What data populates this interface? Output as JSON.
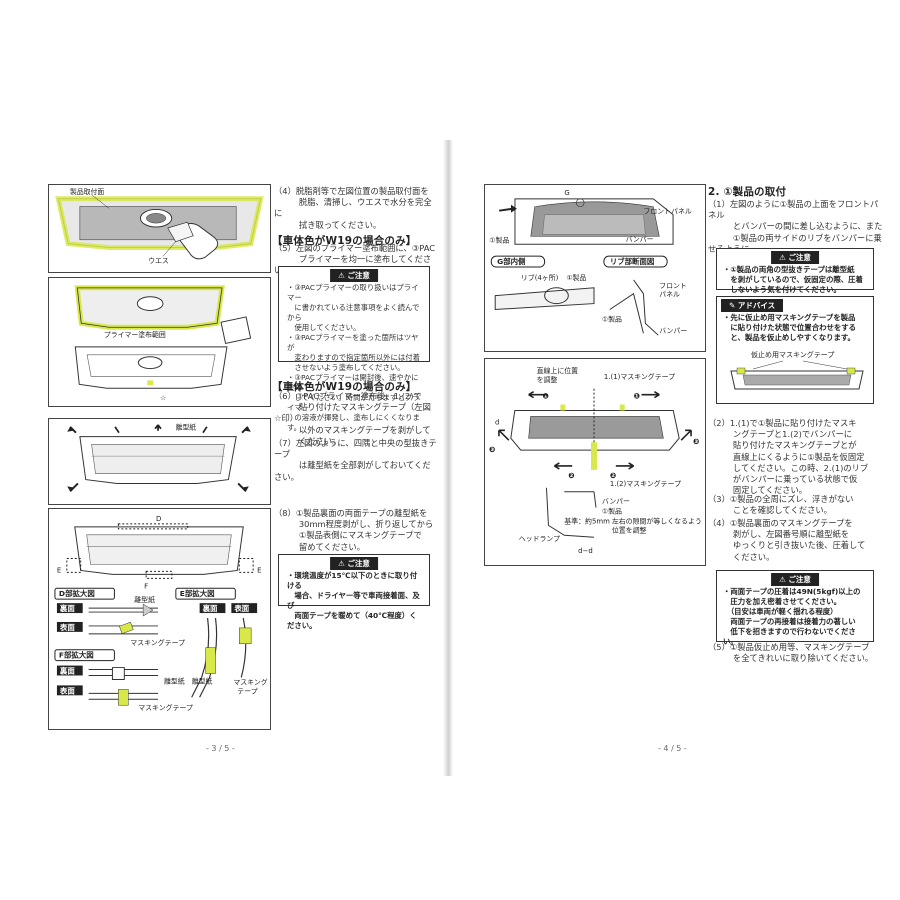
{
  "left_page": {
    "fig1": {
      "label_top": "製品取付面",
      "label_waes": "ウエス"
    },
    "fig2": {
      "label_primer": "プライマー塗布範囲",
      "star": "☆"
    },
    "fig3": {
      "label_release": "離型紙"
    },
    "fig4": {
      "label_d": "D",
      "label_e": "E",
      "label_f": "F",
      "d_title": "D部拡大図",
      "e_title": "E部拡大図",
      "f_title": "F部拡大図",
      "ura": "裏面",
      "omote": "表面",
      "release": "離型紙",
      "masking": "マスキングテープ",
      "masking_break": "マスキング\nテープ"
    },
    "step4": "（4）脱脂剤等で左図位置の製品取付面を\n　　　脱脂、清掃し、ウエスで水分を完全に\n　　　拭き取ってください。",
    "head_w19_a": "【車体色がW19の場合のみ】",
    "step5": "（5）左図のプライマー塗布範囲に、③PAC\n　　　プライマーを均一に塗布してください。",
    "caution1_title": "⚠ ご注意",
    "caution1_body": "・③PACプライマーの取り扱いはプライマー\n　に書かれている注意事項をよく読んでから\n　使用してください。\n・③PACプライマーを塗った箇所はツヤが\n　変わりますので指定箇所以外には付着\n　させないよう塗布してください。\n・③PACプライマーは開封後、速やかに塗布\n　してください。時間がたちますとプライマー\n　の溶液が揮発し、塗布しにくくなります。",
    "head_w19_b": "【車体色がW19の場合のみ】",
    "step6": "（6）③PACプライマー塗布後、1.(2)で\n　　　貼り付けたマスキングテープ（左図☆印）\n　　　以外のマスキングテープを剥がして\n　　　ください。",
    "step7": "（7）左図のように、四隅と中央の型抜きテープ\n　　　は離型紙を全部剥がしておいてください。",
    "step8": "（8）①製品裏面の両面テープの離型紙を\n　　　30mm程度剥がし、折り返してから\n　　　①製品表側にマスキングテープで\n　　　留めてください。",
    "caution2_title": "⚠ ご注意",
    "caution2_body": "・環境温度が15℃以下のときに取り付ける\n　場合、ドライヤー等で車両接着面、及び\n　両面テープを暖めて（40℃程度）ください。",
    "page_no": "- 3 / 5 -"
  },
  "right_page": {
    "fig1": {
      "g": "G",
      "front_panel": "フロントパネル",
      "bumper": "バンパー",
      "product": "①製品",
      "g_title": "G部内側",
      "rib_title": "リブ部断面図",
      "rib": "リブ(4ヶ所)",
      "product2": "①製品",
      "product3": "①製品",
      "front_panel2": "フロント\nパネル",
      "bumper2": "バンパー"
    },
    "fig2": {
      "straight": "直線上に位置\nを調整",
      "mask_top": "1.(1)マスキングテープ",
      "mask_bottom": "1.(2)マスキングテープ",
      "bumper": "バンパー",
      "product": "①製品",
      "headlamp": "ヘッドランプ",
      "gap": "基準：約5mm",
      "adjust": "左右の隙間が等しくなるよう\n位置を調整",
      "section": "d−d",
      "m1": "❶",
      "m2": "❷",
      "m3": "❸",
      "d": "d"
    },
    "section_title": "2. ①製品の取付",
    "step1": "（1）左図のように①製品の上面をフロントパネル\n　　　とバンパーの間に差し込むように、また\n　　　①製品の両サイドのリブをバンパーに乗せるように\n　　　して仮固定してください。",
    "caution1_title": "⚠ ご注意",
    "caution1_body": "・①製品の両角の型抜きテープは離型紙\n　を剥がしているので、仮固定の際、圧着\n　しないよう気を付けてください。",
    "advice_title": "✎ アドバイス",
    "advice_body": "・先に仮止め用マスキングテープを製品\n　に貼り付けた状態で位置合わせをする\n　と、製品を仮止めしやすくなります。",
    "advice_label": "仮止め用マスキングテープ",
    "step2": "（2）1.(1)で①製品に貼り付けたマスキ\n　　　ングテープと1.(2)でバンパーに\n　　　貼り付けたマスキングテープとが\n　　　直線上にくるように①製品を仮固定\n　　　してください。この時、2.(1)のリブ\n　　　がバンパーに乗っている状態で仮\n　　　固定してください。",
    "step3": "（3）①製品の全周にズレ、浮きがない\n　　　ことを確認してください。",
    "step4": "（4）①製品裏面のマスキングテープを\n　　　剥がし、左図番号順に離型紙を\n　　　ゆっくりと引き抜いた後、圧着して\n　　　ください。",
    "caution2_title": "⚠ ご注意",
    "caution2_body": "・両面テープの圧着は49N(5kgf)以上の\n　圧力を加え密着させてください。\n　（目安は車両が軽く揺れる程度）\n　両面テープの再接着は接着力の著しい\n　低下を招きますので行わないでください。",
    "step5": "（5）①製品仮止め用等、マスキングテープ\n　　　を全てきれいに取り除いてください。",
    "page_no": "- 4 / 5 -"
  },
  "colors": {
    "highlight": "#d8e84a",
    "mesh": "#9a9a9a",
    "line": "#333333"
  }
}
